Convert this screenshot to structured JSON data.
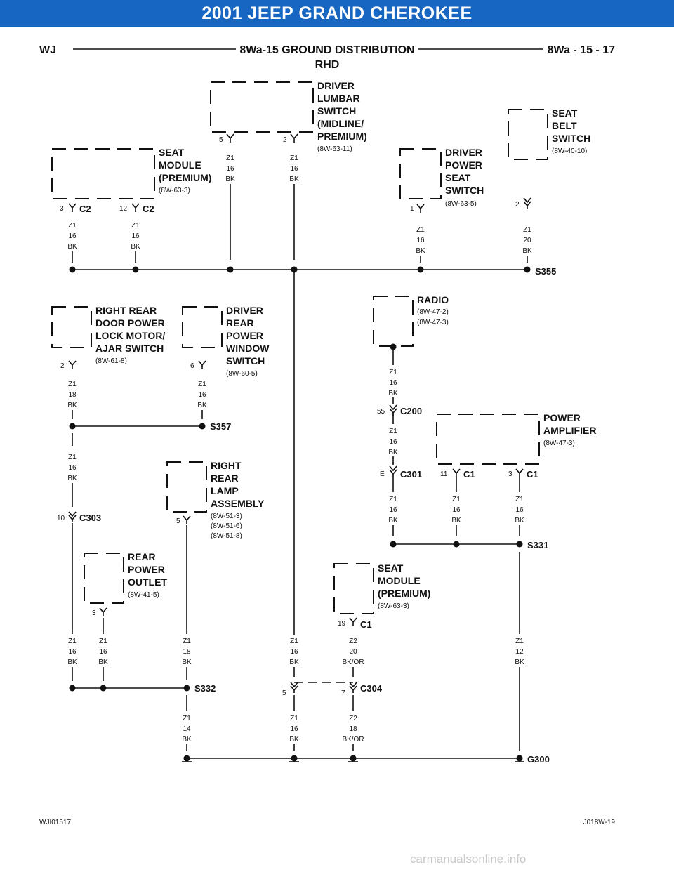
{
  "banner": {
    "title": "2001 JEEP GRAND CHEROKEE",
    "color": "#1766c1"
  },
  "header": {
    "left": "WJ",
    "center_line1": "8Wa-15 GROUND DISTRIBUTION",
    "center_line2": "RHD",
    "right": "8Wa - 15 - 17"
  },
  "footer": {
    "left": "WJI01517",
    "right": "J018W-19"
  },
  "watermark": "carmanualsonline.info",
  "components": [
    {
      "id": "driver-lumbar-switch",
      "lines": [
        "DRIVER",
        "LUMBAR",
        "SWITCH",
        "(MIDLINE/",
        "PREMIUM)"
      ],
      "refs": [
        "(8W-63-11)"
      ]
    },
    {
      "id": "seat-module-premium-1",
      "lines": [
        "SEAT",
        "MODULE",
        "(PREMIUM)"
      ],
      "refs": [
        "(8W-63-3)"
      ]
    },
    {
      "id": "driver-power-seat-switch",
      "lines": [
        "DRIVER",
        "POWER",
        "SEAT",
        "SWITCH"
      ],
      "refs": [
        "(8W-63-5)"
      ]
    },
    {
      "id": "seat-belt-switch",
      "lines": [
        "SEAT",
        "BELT",
        "SWITCH"
      ],
      "refs": [
        "(8W-40-10)"
      ]
    },
    {
      "id": "right-rear-door-lock",
      "lines": [
        "RIGHT REAR",
        "DOOR POWER",
        "LOCK MOTOR/",
        "AJAR SWITCH"
      ],
      "refs": [
        "(8W-61-8)"
      ]
    },
    {
      "id": "driver-rear-window-switch",
      "lines": [
        "DRIVER",
        "REAR",
        "POWER",
        "WINDOW",
        "SWITCH"
      ],
      "refs": [
        "(8W-60-5)"
      ]
    },
    {
      "id": "radio",
      "lines": [
        "RADIO"
      ],
      "refs": [
        "(8W-47-2)",
        "(8W-47-3)"
      ]
    },
    {
      "id": "power-amplifier",
      "lines": [
        "POWER",
        "AMPLIFIER"
      ],
      "refs": [
        "(8W-47-3)"
      ]
    },
    {
      "id": "right-rear-lamp",
      "lines": [
        "RIGHT",
        "REAR",
        "LAMP",
        "ASSEMBLY"
      ],
      "refs": [
        "(8W-51-3)",
        "(8W-51-6)",
        "(8W-51-8)"
      ]
    },
    {
      "id": "rear-power-outlet",
      "lines": [
        "REAR",
        "POWER",
        "OUTLET"
      ],
      "refs": [
        "(8W-41-5)"
      ]
    },
    {
      "id": "seat-module-premium-2",
      "lines": [
        "SEAT",
        "MODULE",
        "(PREMIUM)"
      ],
      "refs": [
        "(8W-63-3)"
      ]
    }
  ],
  "splices": {
    "s355": "S355",
    "s357": "S357",
    "s331": "S331",
    "s332": "S332",
    "g300": "G300"
  },
  "connectors": {
    "c2": "C2",
    "c1": "C1",
    "c200": "C200",
    "c301": "C301",
    "c303": "C303",
    "c304": "C304"
  },
  "pins": {
    "p5": "5",
    "p2": "2",
    "p3": "3",
    "p12": "12",
    "p1": "1",
    "p6": "6",
    "p55": "55",
    "pE": "E",
    "p11": "11",
    "p10": "10",
    "p19": "19",
    "p7": "7"
  },
  "wires": [
    {
      "id": "w1",
      "circuit": "Z1",
      "gauge": "16",
      "color": "BK"
    },
    {
      "id": "w2",
      "circuit": "Z1",
      "gauge": "18",
      "color": "BK"
    },
    {
      "id": "w3",
      "circuit": "Z1",
      "gauge": "20",
      "color": "BK"
    },
    {
      "id": "w4",
      "circuit": "Z1",
      "gauge": "12",
      "color": "BK"
    },
    {
      "id": "w5",
      "circuit": "Z1",
      "gauge": "14",
      "color": "BK"
    },
    {
      "id": "w6",
      "circuit": "Z2",
      "gauge": "20",
      "color": "BK/OR"
    },
    {
      "id": "w7",
      "circuit": "Z2",
      "gauge": "18",
      "color": "BK/OR"
    }
  ]
}
